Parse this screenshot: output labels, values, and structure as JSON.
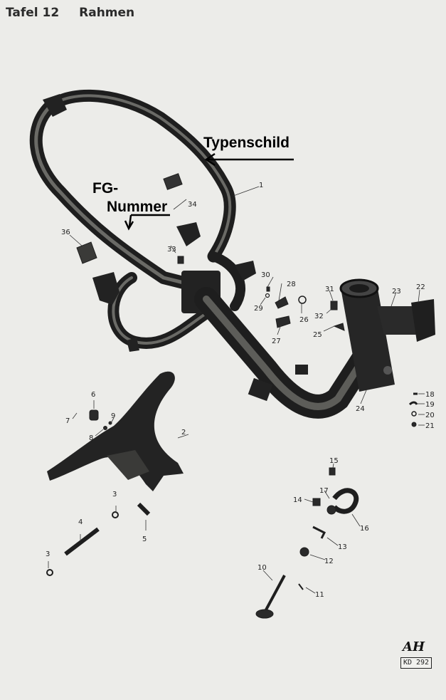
{
  "header": {
    "plate": "Tafel 12",
    "title": "Rahmen"
  },
  "annotations": {
    "typenschild": "Typenschild",
    "fg_line1": "FG-",
    "fg_line2": "Nummer"
  },
  "part_numbers": [
    "1",
    "2",
    "3",
    "3",
    "4",
    "5",
    "6",
    "7",
    "8",
    "9",
    "10",
    "11",
    "12",
    "13",
    "14",
    "15",
    "16",
    "17",
    "18",
    "19",
    "20",
    "21",
    "22",
    "23",
    "24",
    "25",
    "26",
    "27",
    "28",
    "29",
    "30",
    "31",
    "32",
    "33",
    "34",
    "36"
  ],
  "footer": {
    "code": "KD 292",
    "logo": "AH"
  },
  "colors": {
    "paper": "#ecece9",
    "ink": "#1c1c1c",
    "arrow": "#000000"
  }
}
